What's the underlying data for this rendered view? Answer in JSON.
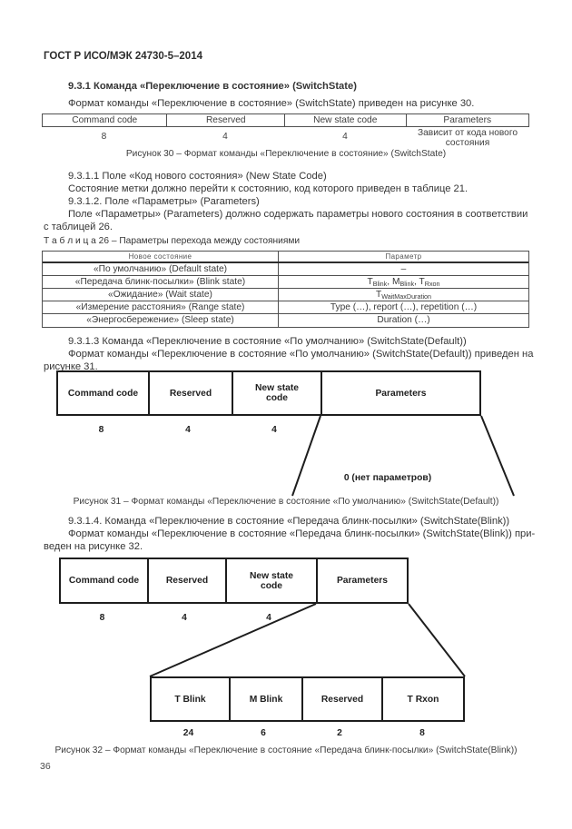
{
  "page": {
    "standard": "ГОСТ Р ИСО/МЭК 24730-5–2014",
    "number": "36"
  },
  "s931": {
    "heading": "9.3.1 Команда «Переключение в состояние» (SwitchState)",
    "intro": "Формат команды «Переключение в состояние» (SwitchState) приведен на рисунке 30."
  },
  "fig30": {
    "cols": {
      "c1": "Command code",
      "c2": "Reserved",
      "c3": "New state code",
      "c4": "Parameters"
    },
    "bits": {
      "b1": "8",
      "b2": "4",
      "b3": "4",
      "b4_line1": "Зависит от кода нового",
      "b4_line2": "состояния"
    },
    "caption": "Рисунок 30 – Формат команды «Переключение в состояние» (SwitchState)"
  },
  "s9311": {
    "heading": "9.3.1.1 Поле «Код нового состояния» (New State Code)",
    "body": "Состояние метки должно перейти к состоянию, код которого приведен в таблице 21."
  },
  "s9312": {
    "heading": "9.3.1.2. Поле «Параметры» (Parameters)",
    "body_line1": "Поле «Параметры» (Parameters) должно содержать параметры нового состояния в соответствии",
    "body_line2": "с таблицей 26."
  },
  "table26": {
    "title": "Т а б л и ц а  26 – Параметры перехода между состояниями",
    "headers": {
      "state": "Новое состояние",
      "param": "Параметр"
    },
    "rows": [
      {
        "state": "«По умолчанию» (Default state)",
        "param": "–"
      },
      {
        "state": "«Передача блинк-посылки» (Blink state)",
        "sep": ", ",
        "param_parts": [
          {
            "b": "T",
            "s": "Blink"
          },
          {
            "b": "M",
            "s": "Blink"
          },
          {
            "b": "T",
            "s": "Rxon"
          }
        ]
      },
      {
        "state": "«Ожидание» (Wait state)",
        "param_parts": [
          {
            "b": "T",
            "s": "WaitMaxDuration"
          }
        ]
      },
      {
        "state": "«Измерение расстояния» (Range state)",
        "param": "Type (…), report (…), repetition (…)"
      },
      {
        "state": "«Энергосбережение» (Sleep state)",
        "param": "Duration (…)"
      }
    ]
  },
  "s9313": {
    "heading": "9.3.1.3 Команда «Переключение в состояние «По умолчанию» (SwitchState(Default))",
    "body_line1": "Формат команды «Переключение в состояние «По умолчанию» (SwitchState(Default)) приведен на",
    "body_line2": "рисунке 31."
  },
  "fig31": {
    "cells": {
      "c1": "Command code",
      "c2": "Reserved",
      "c3": "New state code",
      "c4": "Parameters"
    },
    "bits": {
      "b1": "8",
      "b2": "4",
      "b3": "4"
    },
    "note": "0 (нет параметров)",
    "caption": "Рисунок 31 – Формат команды «Переключение в состояние «По умолчанию» (SwitchState(Default))"
  },
  "s9314": {
    "heading": "9.3.1.4. Команда «Переключение в состояние «Передача блинк-посылки» (SwitchState(Blink))",
    "body_line1": "Формат команды «Переключение в состояние «Передача блинк-посылки» (SwitchState(Blink)) при-",
    "body_line2": "веден на рисунке 32."
  },
  "fig32": {
    "cells": {
      "c1": "Command code",
      "c2": "Reserved",
      "c3": "New state code",
      "c4": "Parameters"
    },
    "bits": {
      "b1": "8",
      "b2": "4",
      "b3": "4"
    },
    "sub_cells": {
      "c1": "T Blink",
      "c2": "M Blink",
      "c3": "Reserved",
      "c4": "T Rxon"
    },
    "sub_bits": {
      "b1": "24",
      "b2": "6",
      "b3": "2",
      "b4": "8"
    },
    "caption": "Рисунок 32 – Формат команды «Переключение в состояние «Передача блинк-посылки» (SwitchState(Blink))"
  }
}
